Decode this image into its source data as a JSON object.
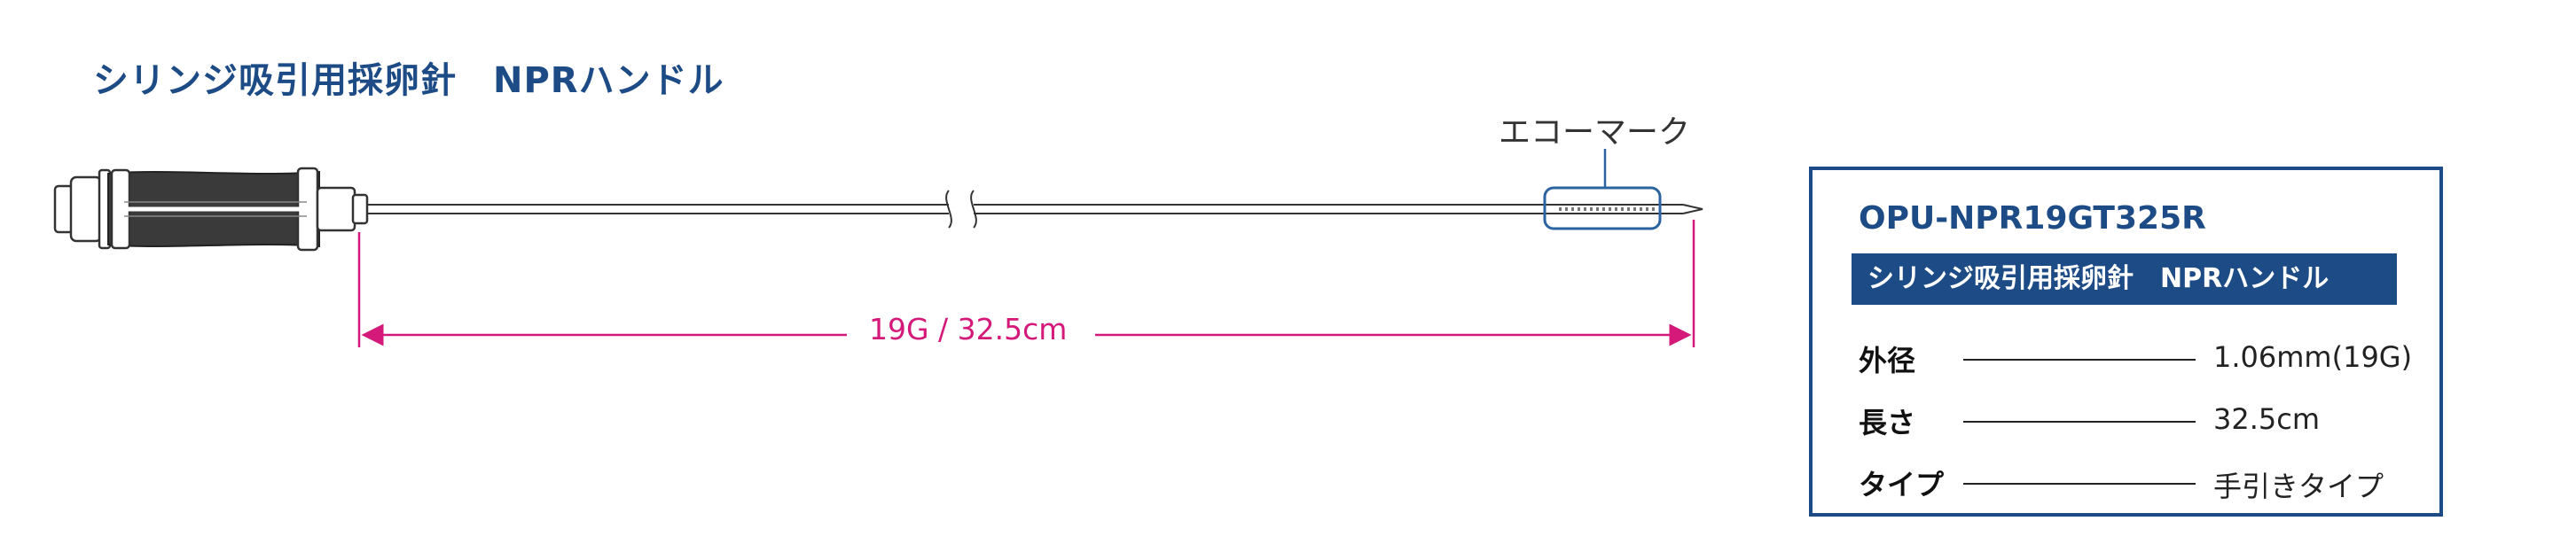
{
  "title": "シリンジ吸引用採卵針　NPRハンドル",
  "echo_mark_label": "エコーマーク",
  "dimension_label": "19G / 32.5cm",
  "colors": {
    "brand_blue": "#1d4b86",
    "dimension_magenta": "#d4197a",
    "handle_grip": "#3a3a3a"
  },
  "spec": {
    "model": "OPU-NPR19GT325R",
    "band": "シリンジ吸引用採卵針　NPRハンドル",
    "rows": [
      {
        "key": "外径",
        "value": "1.06mm(19G)"
      },
      {
        "key": "長さ",
        "value": "32.5cm"
      },
      {
        "key": "タイプ",
        "value": "手引きタイプ"
      }
    ]
  }
}
